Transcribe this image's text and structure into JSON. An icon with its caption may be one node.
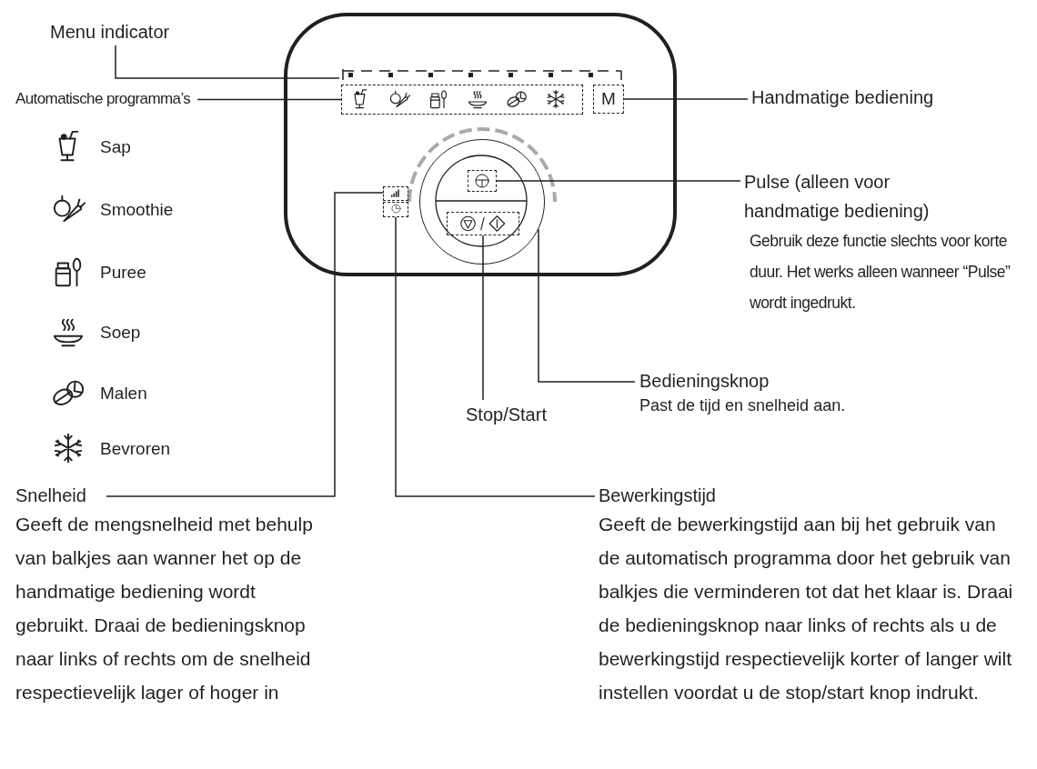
{
  "diagram": {
    "nodes": [
      {
        "text": [
          "Menu indicator"
        ]
      },
      {
        "text": [
          "Automatische programma’s"
        ]
      },
      {
        "text": [
          "Handmatige bediening"
        ]
      },
      {
        "text": [
          "Pulse (alleen voor handmatige bediening)",
          "Gebruik deze functie slechts voor korte duur. Het werks alleen wanneer “Pulse” wordt ingedrukt."
        ]
      },
      {
        "text": [
          "Bedieningsknop",
          "Past de tijd en snelheid aan."
        ]
      },
      {
        "text": [
          "Stop/Start"
        ]
      },
      {
        "text": [
          "Snelheid",
          "Geeft de mengsnelheid met behulp van balkjes aan wanner het op de handmatige bediening wordt gebruikt. Draai de bedieningsknop naar links of rechts om de snelheid respectievelijk lager of hoger in"
        ]
      },
      {
        "text": [
          "Bewerkingstijd",
          "Geeft de bewerkingstijd aan bij het gebruik van de automatisch programma door het gebruik van balkjes die verminderen tot dat het klaar is. Draai de bedieningsknop naar links of rechts als u de bewerkingstijd respectievelijk korter of langer wilt instellen voordat u de stop/start knop indrukt."
        ]
      },
      {
        "text": [],
        "shape": "bar"
      },
      {
        "text": [],
        "shape": "box"
      },
      {
        "text": [
          "M"
        ]
      },
      {
        "text": [],
        "shape": "circle"
      },
      {
        "text": [],
        "shape": "box",
        "in": 11
      },
      {
        "text": [],
        "shape": "box",
        "in": 11
      },
      {
        "text": [],
        "shape": "box"
      },
      {
        "text": [],
        "shape": "box"
      }
    ],
    "edges": [
      {
        "from": 0,
        "to": 8,
        "arrow": "none"
      },
      {
        "from": 1,
        "to": 9,
        "arrow": "none"
      },
      {
        "from": 2,
        "to": 10,
        "arrow": "none"
      },
      {
        "from": 3,
        "to": 12,
        "arrow": "none"
      },
      {
        "from": 4,
        "to": 11,
        "arrow": "none"
      },
      {
        "from": 5,
        "to": 13,
        "arrow": "none"
      },
      {
        "from": 6,
        "to": 14,
        "arrow": "none"
      },
      {
        "from": 7,
        "to": 15,
        "arrow": "none"
      }
    ],
    "legend": [
      {
        "text": "Sap"
      },
      {
        "text": "Smoothie"
      },
      {
        "text": "Puree"
      },
      {
        "text": "Soep"
      },
      {
        "text": "Malen"
      },
      {
        "text": "Bevroren"
      }
    ]
  }
}
